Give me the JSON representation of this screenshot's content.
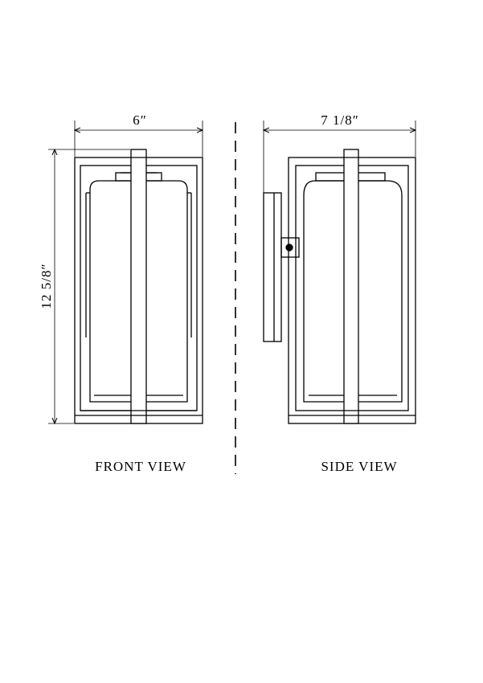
{
  "front": {
    "width_label": "6″",
    "height_label": "12 5/8″",
    "caption": "FRONT VIEW"
  },
  "side": {
    "depth_label": "7 1/8″",
    "caption": "SIDE VIEW"
  }
}
